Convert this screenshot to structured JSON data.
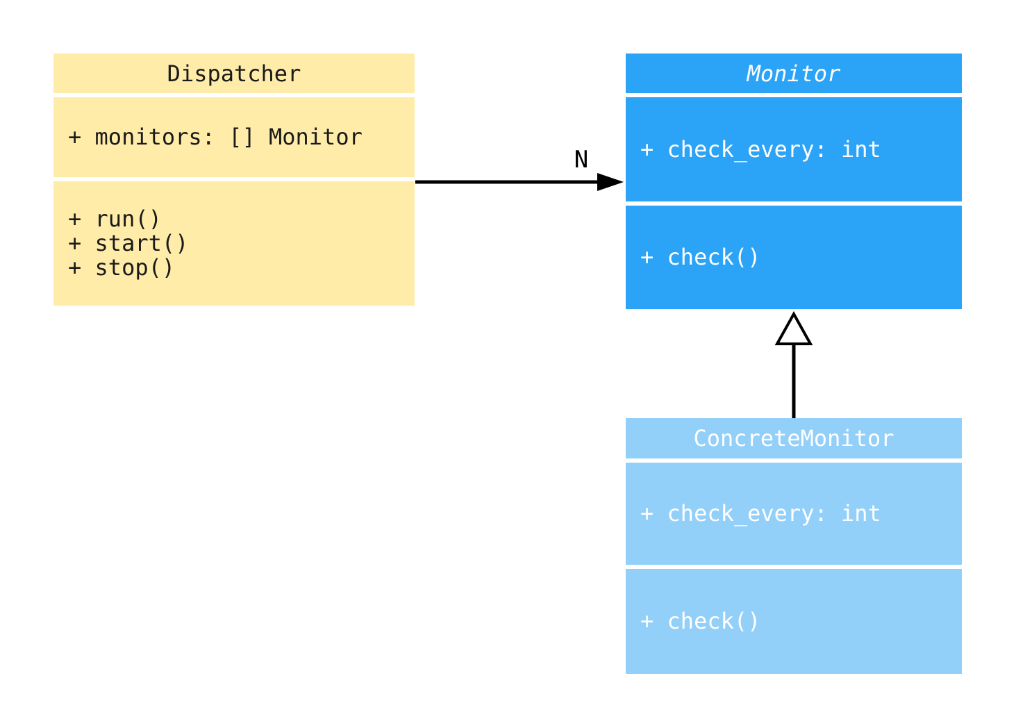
{
  "diagram": {
    "type": "uml-class-diagram",
    "background": "#ffffff",
    "line_color": "#000000",
    "classes": [
      {
        "name": "Dispatcher",
        "abstract": false,
        "fill": "#FFECA9",
        "text_color": "#1a1a1a",
        "attributes": [
          "+ monitors: [] Monitor"
        ],
        "methods": [
          "+ run()",
          "+ start()",
          "+ stop()"
        ]
      },
      {
        "name": "Monitor",
        "abstract": true,
        "fill": "#2BA3F7",
        "text_color": "#FFFFFF",
        "attributes": [
          "+ check_every: int"
        ],
        "methods": [
          "+ check()"
        ]
      },
      {
        "name": "ConcreteMonitor",
        "abstract": false,
        "fill": "#92CFF9",
        "text_color": "#FFFFFF",
        "attributes": [
          "+ check_every: int"
        ],
        "methods": [
          "+ check()"
        ]
      }
    ],
    "relations": [
      {
        "type": "association",
        "from": "Dispatcher",
        "to": "Monitor",
        "label": "N",
        "arrowhead": "filled"
      },
      {
        "type": "inheritance",
        "from": "ConcreteMonitor",
        "to": "Monitor",
        "arrowhead": "hollow-triangle"
      }
    ]
  }
}
